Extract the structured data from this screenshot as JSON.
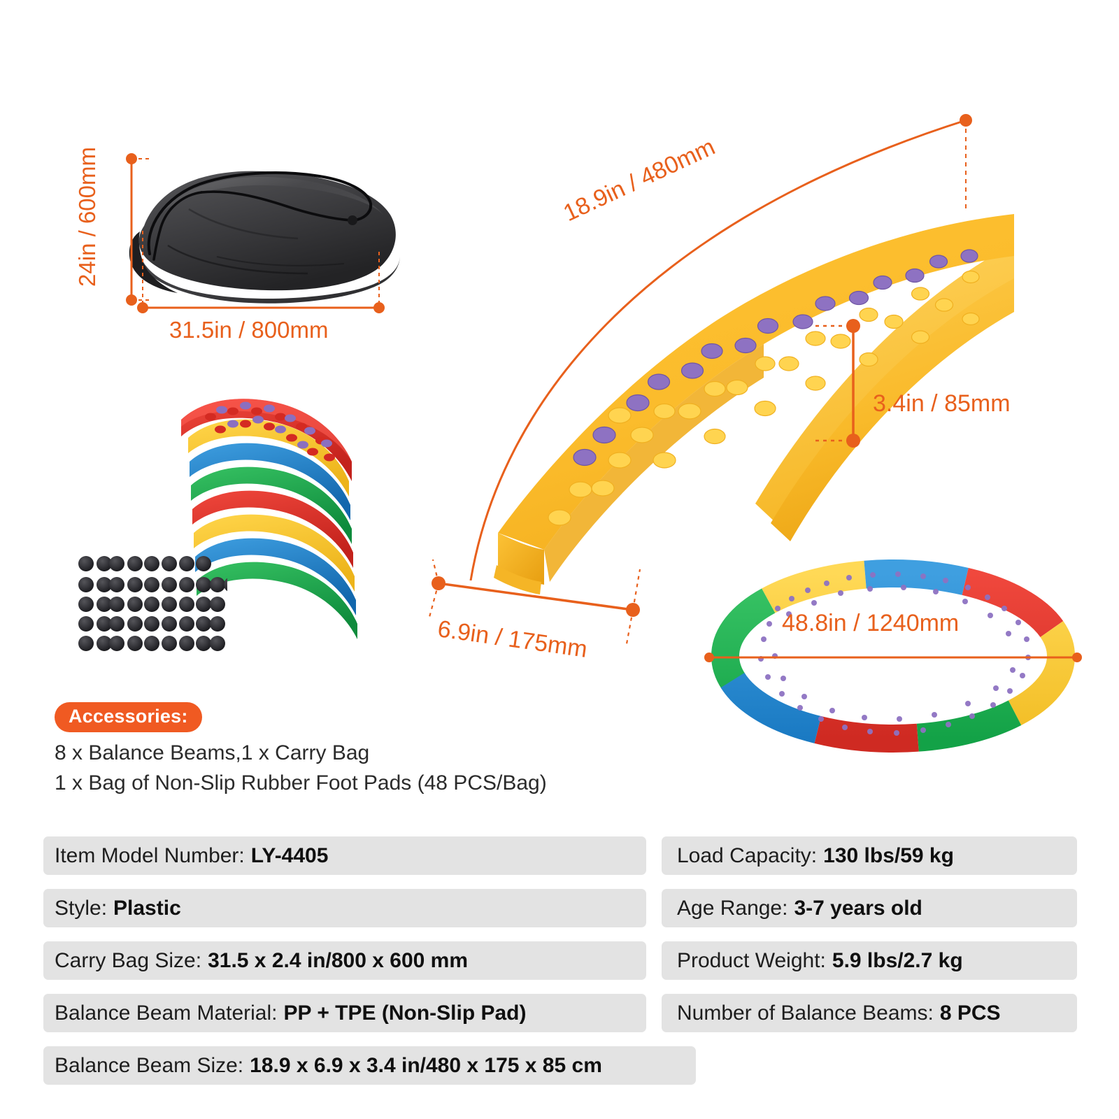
{
  "dimensions": {
    "bag_height": "24in / 600mm",
    "bag_width": "31.5in / 800mm",
    "beam_length_arc": "18.9in / 480mm",
    "beam_height": "3.4in / 85mm",
    "beam_width": "6.9in / 175mm",
    "circle_diameter": "48.8in / 1240mm"
  },
  "accessories": {
    "badge": "Accessories:",
    "lines": [
      "8 x Balance Beams,1 x Carry Bag",
      "1 x Bag of Non-Slip Rubber Foot Pads (48 PCS/Bag)"
    ]
  },
  "specs": {
    "left": [
      {
        "label": "Item Model Number:",
        "value": "LY-4405"
      },
      {
        "label": "Style:",
        "value": "Plastic"
      },
      {
        "label": "Carry Bag Size:",
        "value": "31.5 x 2.4 in/800 x 600 mm"
      },
      {
        "label": "Balance Beam Material:",
        "value": "PP + TPE (Non-Slip Pad)"
      }
    ],
    "right": [
      {
        "label": "Load Capacity:",
        "value": "130 lbs/59 kg"
      },
      {
        "label": "Age Range:",
        "value": "3-7 years old"
      },
      {
        "label": "Product Weight:",
        "value": "5.9 lbs/2.7 kg"
      },
      {
        "label": "Number of Balance Beams:",
        "value": "8 PCS"
      }
    ],
    "full": {
      "label": "Balance Beam Size:",
      "value": "18.9 x 6.9 x 3.4 in/480 x 175 x 85 cm"
    }
  },
  "colors": {
    "accent_orange": "#E8601C",
    "badge_orange": "#F05A22",
    "row_grey": "#E3E3E3",
    "beam_yellow": "#FCBE2E",
    "beam_yellow_light": "#FFD44F",
    "stud_purple": "#9173C4",
    "beam_red": "#E8352C",
    "beam_blue": "#1F86D0",
    "beam_green": "#18A84A",
    "bag_black": "#3a3a3c"
  }
}
